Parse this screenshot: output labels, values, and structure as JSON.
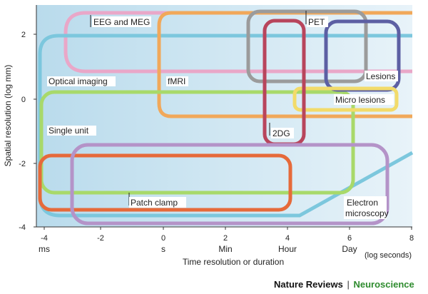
{
  "axes": {
    "ylabel": "Spatial resolution (log mm)",
    "xlabel": "Time resolution or duration",
    "x_unit": "(log seconds)",
    "x_ticks": [
      "-4",
      "-2",
      "0",
      "2",
      "4",
      "6",
      "8"
    ],
    "y_ticks": [
      "2",
      "0",
      "-2",
      "-4"
    ],
    "time_labels": [
      "ms",
      "s",
      "Min",
      "Hour",
      "Day"
    ],
    "xlim": [
      -4.2,
      8
    ],
    "ylim": [
      -4,
      2.9
    ]
  },
  "techniques": [
    {
      "name": "EEG and MEG",
      "color": "#e9a7c8"
    },
    {
      "name": "Optical imaging",
      "color": "#7cc7dd"
    },
    {
      "name": "fMRI",
      "color": "#f1a85a"
    },
    {
      "name": "PET",
      "color": "#9b9b9b"
    },
    {
      "name": "2DG",
      "color": "#b8455c"
    },
    {
      "name": "Lesions",
      "color": "#5c5fa3"
    },
    {
      "name": "Micro lesions",
      "color": "#f2db6a"
    },
    {
      "name": "Single unit",
      "color": "#a8d96a"
    },
    {
      "name": "Patch clamp",
      "color": "#e66a3a"
    },
    {
      "name": "Electron microscopy",
      "color": "#b493c8"
    }
  ],
  "credit": {
    "journal": "Nature Reviews",
    "separator": "|",
    "section": "Neuroscience"
  }
}
